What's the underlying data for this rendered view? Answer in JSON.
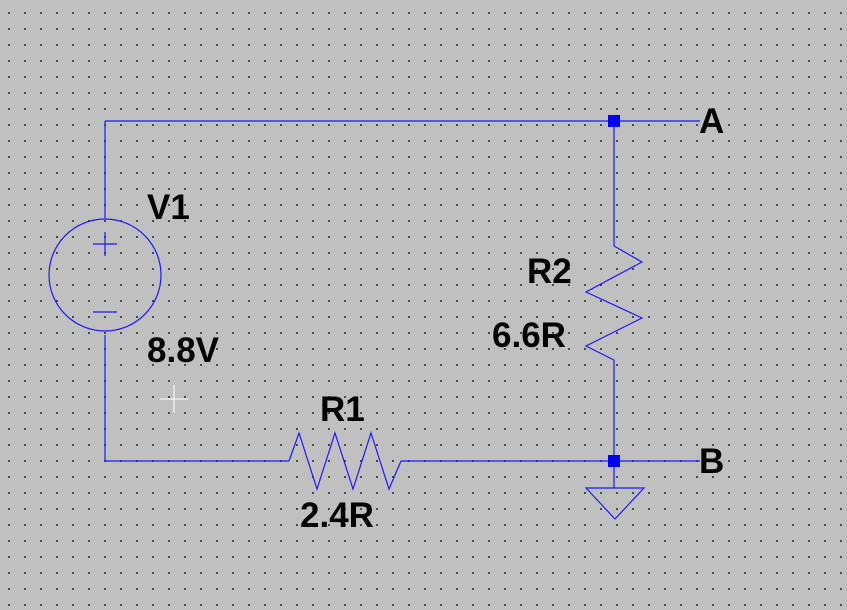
{
  "colors": {
    "wire": "#1a1aff",
    "junction": "#0000ff",
    "background": "#c0c0c0",
    "grid_dot": "#303030",
    "label": "#000000",
    "cursor": "#ffffff"
  },
  "components": {
    "v1": {
      "name": "V1",
      "value": "8.8V"
    },
    "r1": {
      "name": "R1",
      "value": "2.4R"
    },
    "r2": {
      "name": "R2",
      "value": "6.6R"
    }
  },
  "nodes": {
    "a": {
      "label": "A"
    },
    "b": {
      "label": "B"
    }
  }
}
